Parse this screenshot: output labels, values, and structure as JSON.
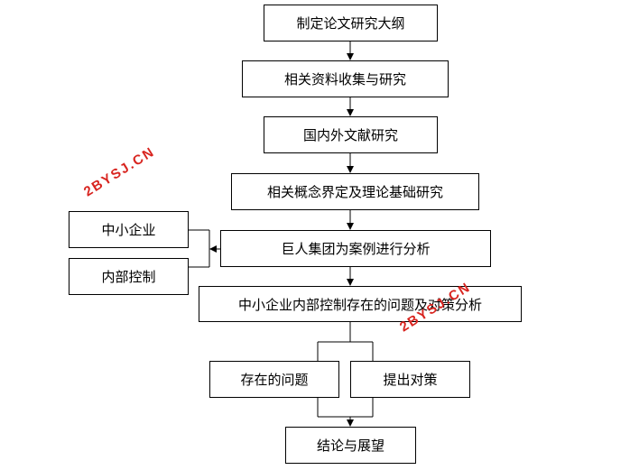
{
  "diagram": {
    "steps": {
      "outline": "制定论文研究大纲",
      "collection": "相关资料收集与研究",
      "literature": "国内外文献研究",
      "concepts": "相关概念界定及理论基础研究",
      "case_study": "巨人集团为案例进行分析",
      "analysis": "中小企业内部控制存在的问题及对策分析",
      "problems": "存在的问题",
      "countermeasures": "提出对策",
      "conclusion": "结论与展望"
    },
    "side_inputs": {
      "sme": "中小企业",
      "internal_control": "内部控制"
    }
  },
  "watermarks": [
    "2BYSJ.CN",
    "2BYSJ.CN"
  ]
}
